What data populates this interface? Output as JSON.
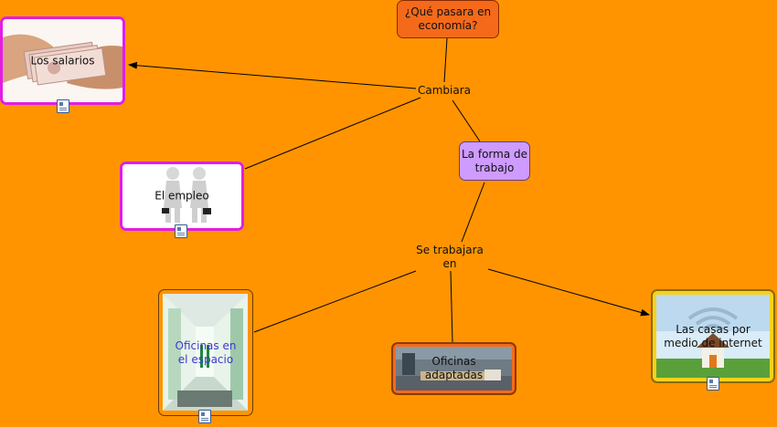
{
  "nodes": {
    "question": "¿Qué pasara en economía?",
    "cambiara": "Cambiara",
    "forma_trabajo": "La forma de trabajo",
    "se_trabajara": "Se trabajara en",
    "salarios": "Los salarios",
    "empleo": "El empleo",
    "oficinas_espacio": "Oficinas en el espacio",
    "oficinas_adaptadas": "Oficinas adaptadas",
    "casas_internet": "Las casas por medio de internet"
  },
  "icons": {
    "attachment": "document-icon",
    "arrow": "arrowhead"
  },
  "colors": {
    "background": "#FF9400",
    "question_fill": "#F56A1A",
    "purple_fill": "#CE9BFF",
    "magenta_border": "#E41BE4",
    "orange_border": "#E0651A",
    "yellow_border": "#F7D21A"
  }
}
